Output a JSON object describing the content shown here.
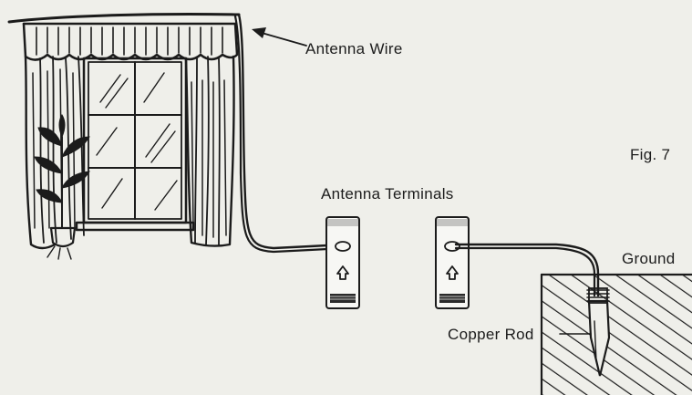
{
  "labels": {
    "antenna_wire": "Antenna Wire",
    "figure": "Fig. 7",
    "antenna_terminals": "Antenna Terminals",
    "ground": "Ground",
    "copper_rod": "Copper Rod"
  },
  "colors": {
    "paper": "#efefea",
    "ink": "#1b1b1b",
    "terminal_body": "#f7f7f4",
    "terminal_band": "#2a2a2a"
  },
  "icons": {
    "terminal_marker": "up-arrow"
  }
}
